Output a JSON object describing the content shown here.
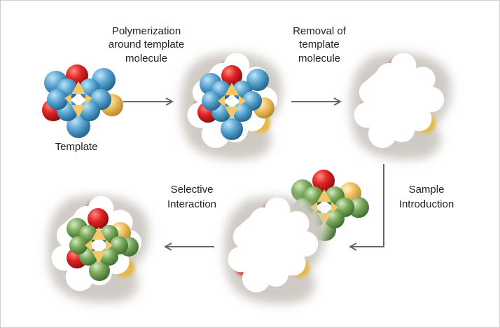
{
  "labels": {
    "template": "Template",
    "polymerization": [
      "Polymerization",
      "around template",
      "molecule"
    ],
    "removal": [
      "Removal of",
      "template",
      "molecule"
    ],
    "sample": [
      "Sample",
      "Introduction"
    ],
    "selective": [
      "Selective",
      "Interaction"
    ]
  },
  "colors": {
    "template_sphere": "#3f8fbf",
    "sample_sphere": "#6e9a55",
    "oxygen": "#d42020",
    "sulfur": "#e6b84a",
    "polymer": "#cfcac4",
    "arrow": "#666666"
  }
}
